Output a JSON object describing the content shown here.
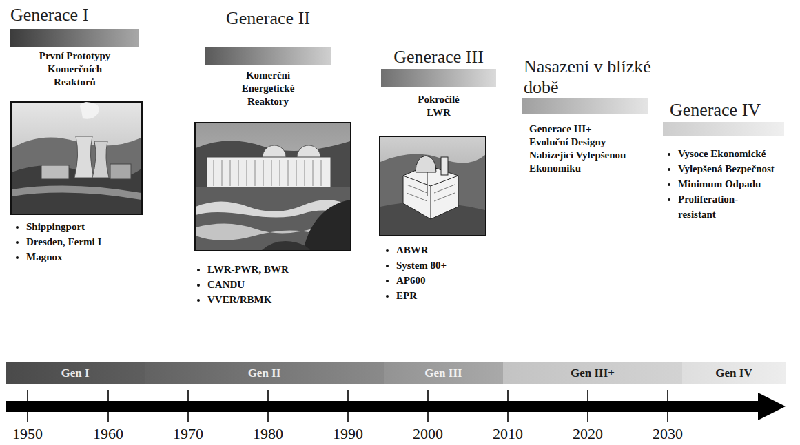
{
  "diagram": {
    "nodes": [
      {
        "text": [
          "Generace I",
          "První Prototypy Komerčních Reaktorů"
        ]
      },
      {
        "text": [
          "Generace II",
          "Komerční Energetické Reaktory"
        ]
      },
      {
        "text": [
          "Generace III",
          "Pokročilé LWR"
        ]
      },
      {
        "text": [
          "Nasazení v blízké době",
          "Generace III+ Evoluční Designy Nabízející Vylepšenou Ekonomiku"
        ]
      },
      {
        "text": [
          "Generace IV"
        ]
      },
      {
        "text": [
          "Gen I"
        ]
      },
      {
        "text": [
          "Gen II"
        ]
      },
      {
        "text": [
          "Gen III"
        ]
      },
      {
        "text": [
          "Gen III+"
        ]
      },
      {
        "text": [
          "Gen IV"
        ]
      }
    ],
    "labels": [
      "Shippingport",
      "Dresden, Fermi I",
      "Magnox",
      "LWR-PWR, BWR",
      "CANDU",
      "VVER/RBMK",
      "ABWR",
      "System 80+",
      "AP600",
      "EPR",
      "Vysoce Ekonomické",
      "Vylepšená Bezpečnost",
      "Minimum Odpadu",
      "Proliferation-resistant",
      "1950",
      "1960",
      "1970",
      "1980",
      "1990",
      "2000",
      "2010",
      "2020",
      "2030"
    ]
  }
}
